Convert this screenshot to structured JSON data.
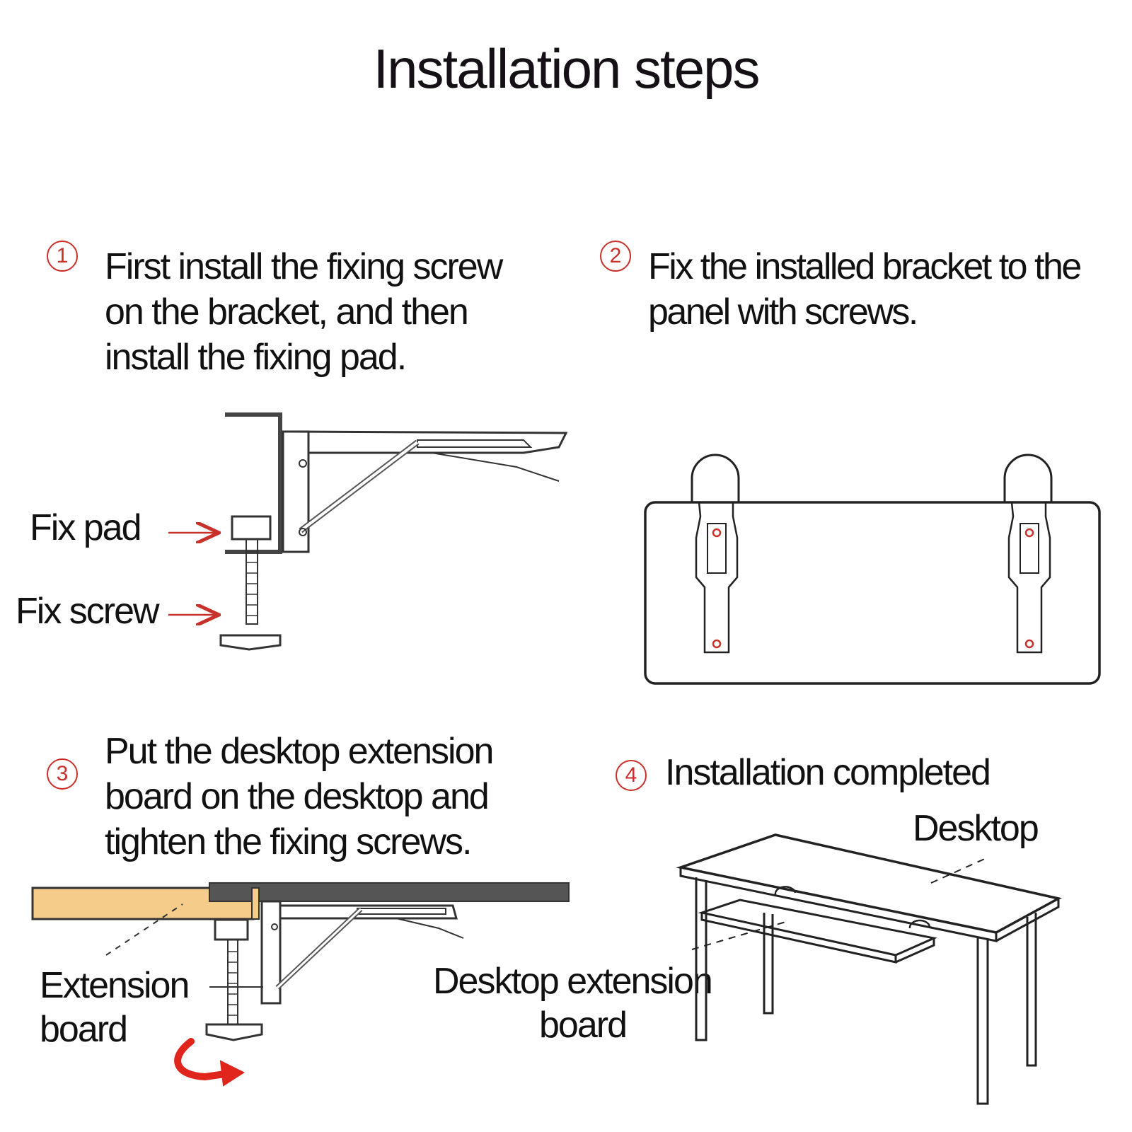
{
  "title": "Installation steps",
  "accent_color": "#c8302a",
  "steps": [
    {
      "number": "1",
      "lines": [
        "First install the fixing screw",
        "on the bracket, and then",
        "install the fixing pad."
      ],
      "labels": [
        "Fix pad",
        "Fix screw"
      ]
    },
    {
      "number": "2",
      "lines": [
        "Fix the installed bracket to the",
        "panel with screws."
      ]
    },
    {
      "number": "3",
      "lines": [
        "Put the desktop extension",
        "board on the desktop and",
        "tighten the fixing screws."
      ],
      "labels": [
        "Extension",
        "board"
      ]
    },
    {
      "number": "4",
      "lines": [
        "Installation completed"
      ],
      "labels": [
        "Desktop",
        "Desktop extension",
        "board"
      ]
    }
  ]
}
